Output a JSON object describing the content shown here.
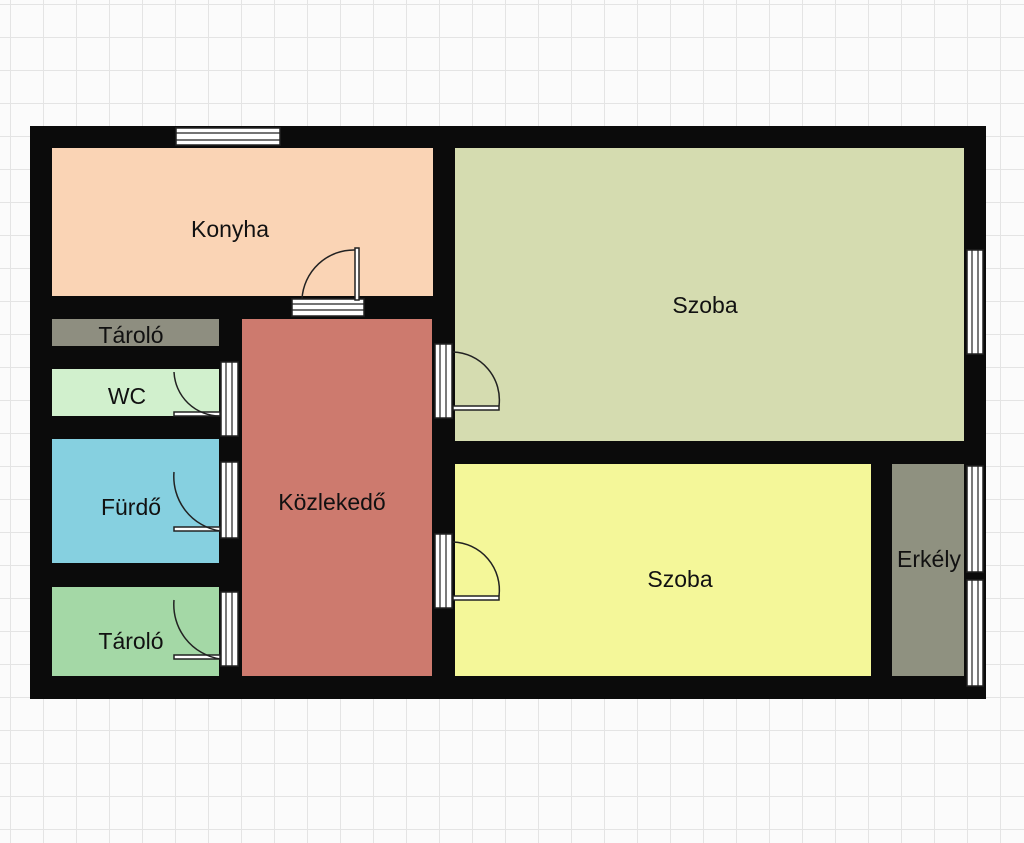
{
  "colors": {
    "wall": "#0b0b0b",
    "grid": "#e4e4e4",
    "background": "#fbfbfb"
  },
  "rooms": {
    "kitchen": {
      "label": "Konyha",
      "color": "#fad4b5"
    },
    "room_1": {
      "label": "Szoba",
      "color": "#d5dcb0"
    },
    "storage_1": {
      "label": "Tároló",
      "color": "#8e8e80"
    },
    "wc": {
      "label": "WC",
      "color": "#d1f0cd"
    },
    "bathroom": {
      "label": "Fürdő",
      "color": "#86d0e0"
    },
    "storage_2": {
      "label": "Tároló",
      "color": "#a4d8a6"
    },
    "hallway": {
      "label": "Közlekedő",
      "color": "#cd7a6e"
    },
    "room_2": {
      "label": "Szoba",
      "color": "#f4f799"
    },
    "balcony": {
      "label": "Erkély",
      "color": "#8f9180"
    }
  }
}
